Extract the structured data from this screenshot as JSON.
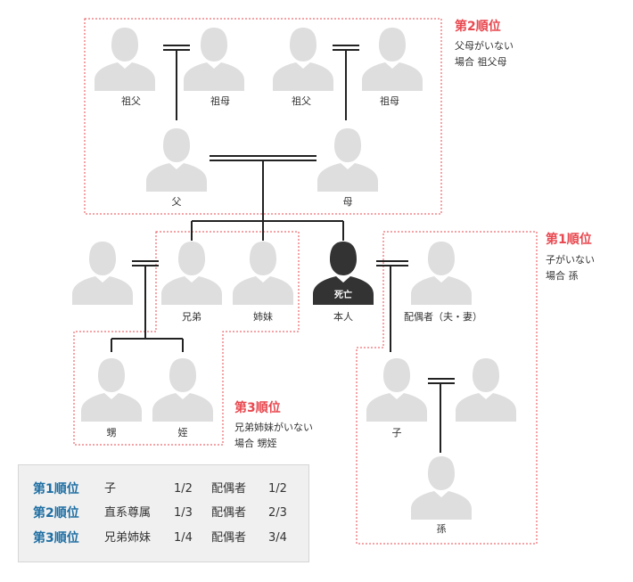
{
  "people": {
    "gf_paternal": "祖父",
    "gm_paternal": "祖母",
    "gf_maternal": "祖父",
    "gm_maternal": "祖母",
    "father": "父",
    "mother": "母",
    "brother": "兄弟",
    "sister": "姉妹",
    "self": "本人",
    "self_status": "死亡",
    "spouse": "配偶者（夫・妻）",
    "nephew": "甥",
    "niece": "姪",
    "child": "子",
    "grandchild": "孫"
  },
  "ranks": {
    "rank2": {
      "title": "第2順位",
      "note1": "父母がいない",
      "note2": "場合 祖父母"
    },
    "rank1": {
      "title": "第1順位",
      "note1": "子がいない",
      "note2": "場合 孫"
    },
    "rank3": {
      "title": "第3順位",
      "note1": "兄弟姉妹がいない",
      "note2": "場合 甥姪"
    }
  },
  "colors": {
    "rank_box": "#e8484f",
    "figure": "#dedede",
    "deceased": "#333333",
    "line": "#222222",
    "table_rank": "#1f6fa3"
  },
  "share_table": [
    {
      "rank": "第1順位",
      "heir": "子",
      "heir_share": "1/2",
      "spouse": "配偶者",
      "spouse_share": "1/2"
    },
    {
      "rank": "第2順位",
      "heir": "直系尊属",
      "heir_share": "1/3",
      "spouse": "配偶者",
      "spouse_share": "2/3"
    },
    {
      "rank": "第3順位",
      "heir": "兄弟姉妹",
      "heir_share": "1/4",
      "spouse": "配偶者",
      "spouse_share": "3/4"
    }
  ]
}
